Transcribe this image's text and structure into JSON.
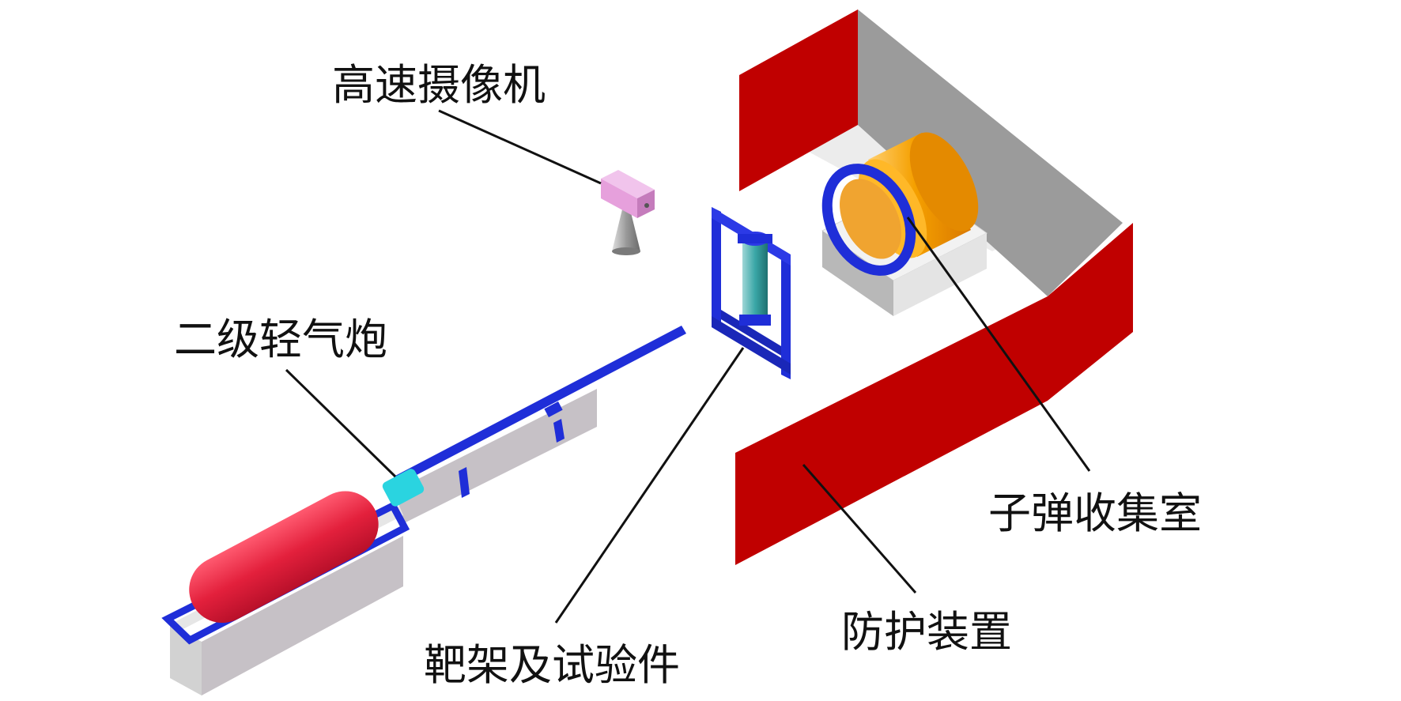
{
  "labels": {
    "camera": "高速摄像机",
    "gun": "二级轻气炮",
    "target": "靶架及试验件",
    "collector": "子弹收集室",
    "protection": "防护装置"
  },
  "colors": {
    "red_wall": "#c00000",
    "grey_wall": "#9a9a9a",
    "floor": "#ececec",
    "blue": "#1f2ed8",
    "gun_red": "#e0203a",
    "cyan": "#2ad4e0",
    "orange": "#f5a000",
    "pink": "#e9a3dc",
    "shadow": "#c6c1c6"
  }
}
